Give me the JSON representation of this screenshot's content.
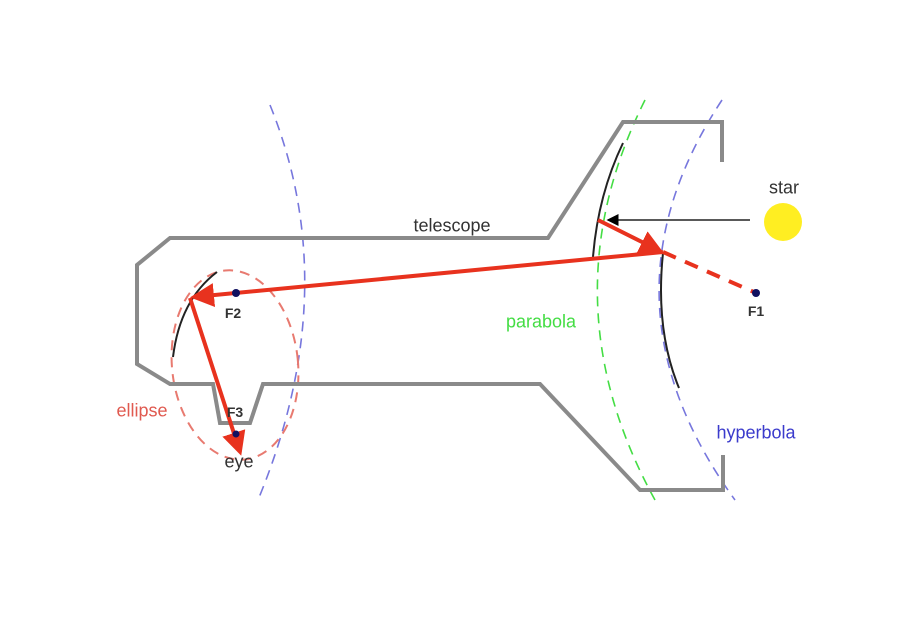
{
  "labels": {
    "star": "star",
    "telescope": "telescope",
    "parabola": "parabola",
    "hyperbola": "hyperbola",
    "ellipse": "ellipse",
    "f1": "F1",
    "f2": "F2",
    "f3": "F3",
    "eye": "eye"
  },
  "colors": {
    "outline": "#8a8a8a",
    "ray": "#e8321e",
    "parabola": "#44dd44",
    "hyperbola": "#3b3bcc",
    "ellipse": "#e05a50",
    "star": "#ffee22",
    "focus": "#101060"
  }
}
